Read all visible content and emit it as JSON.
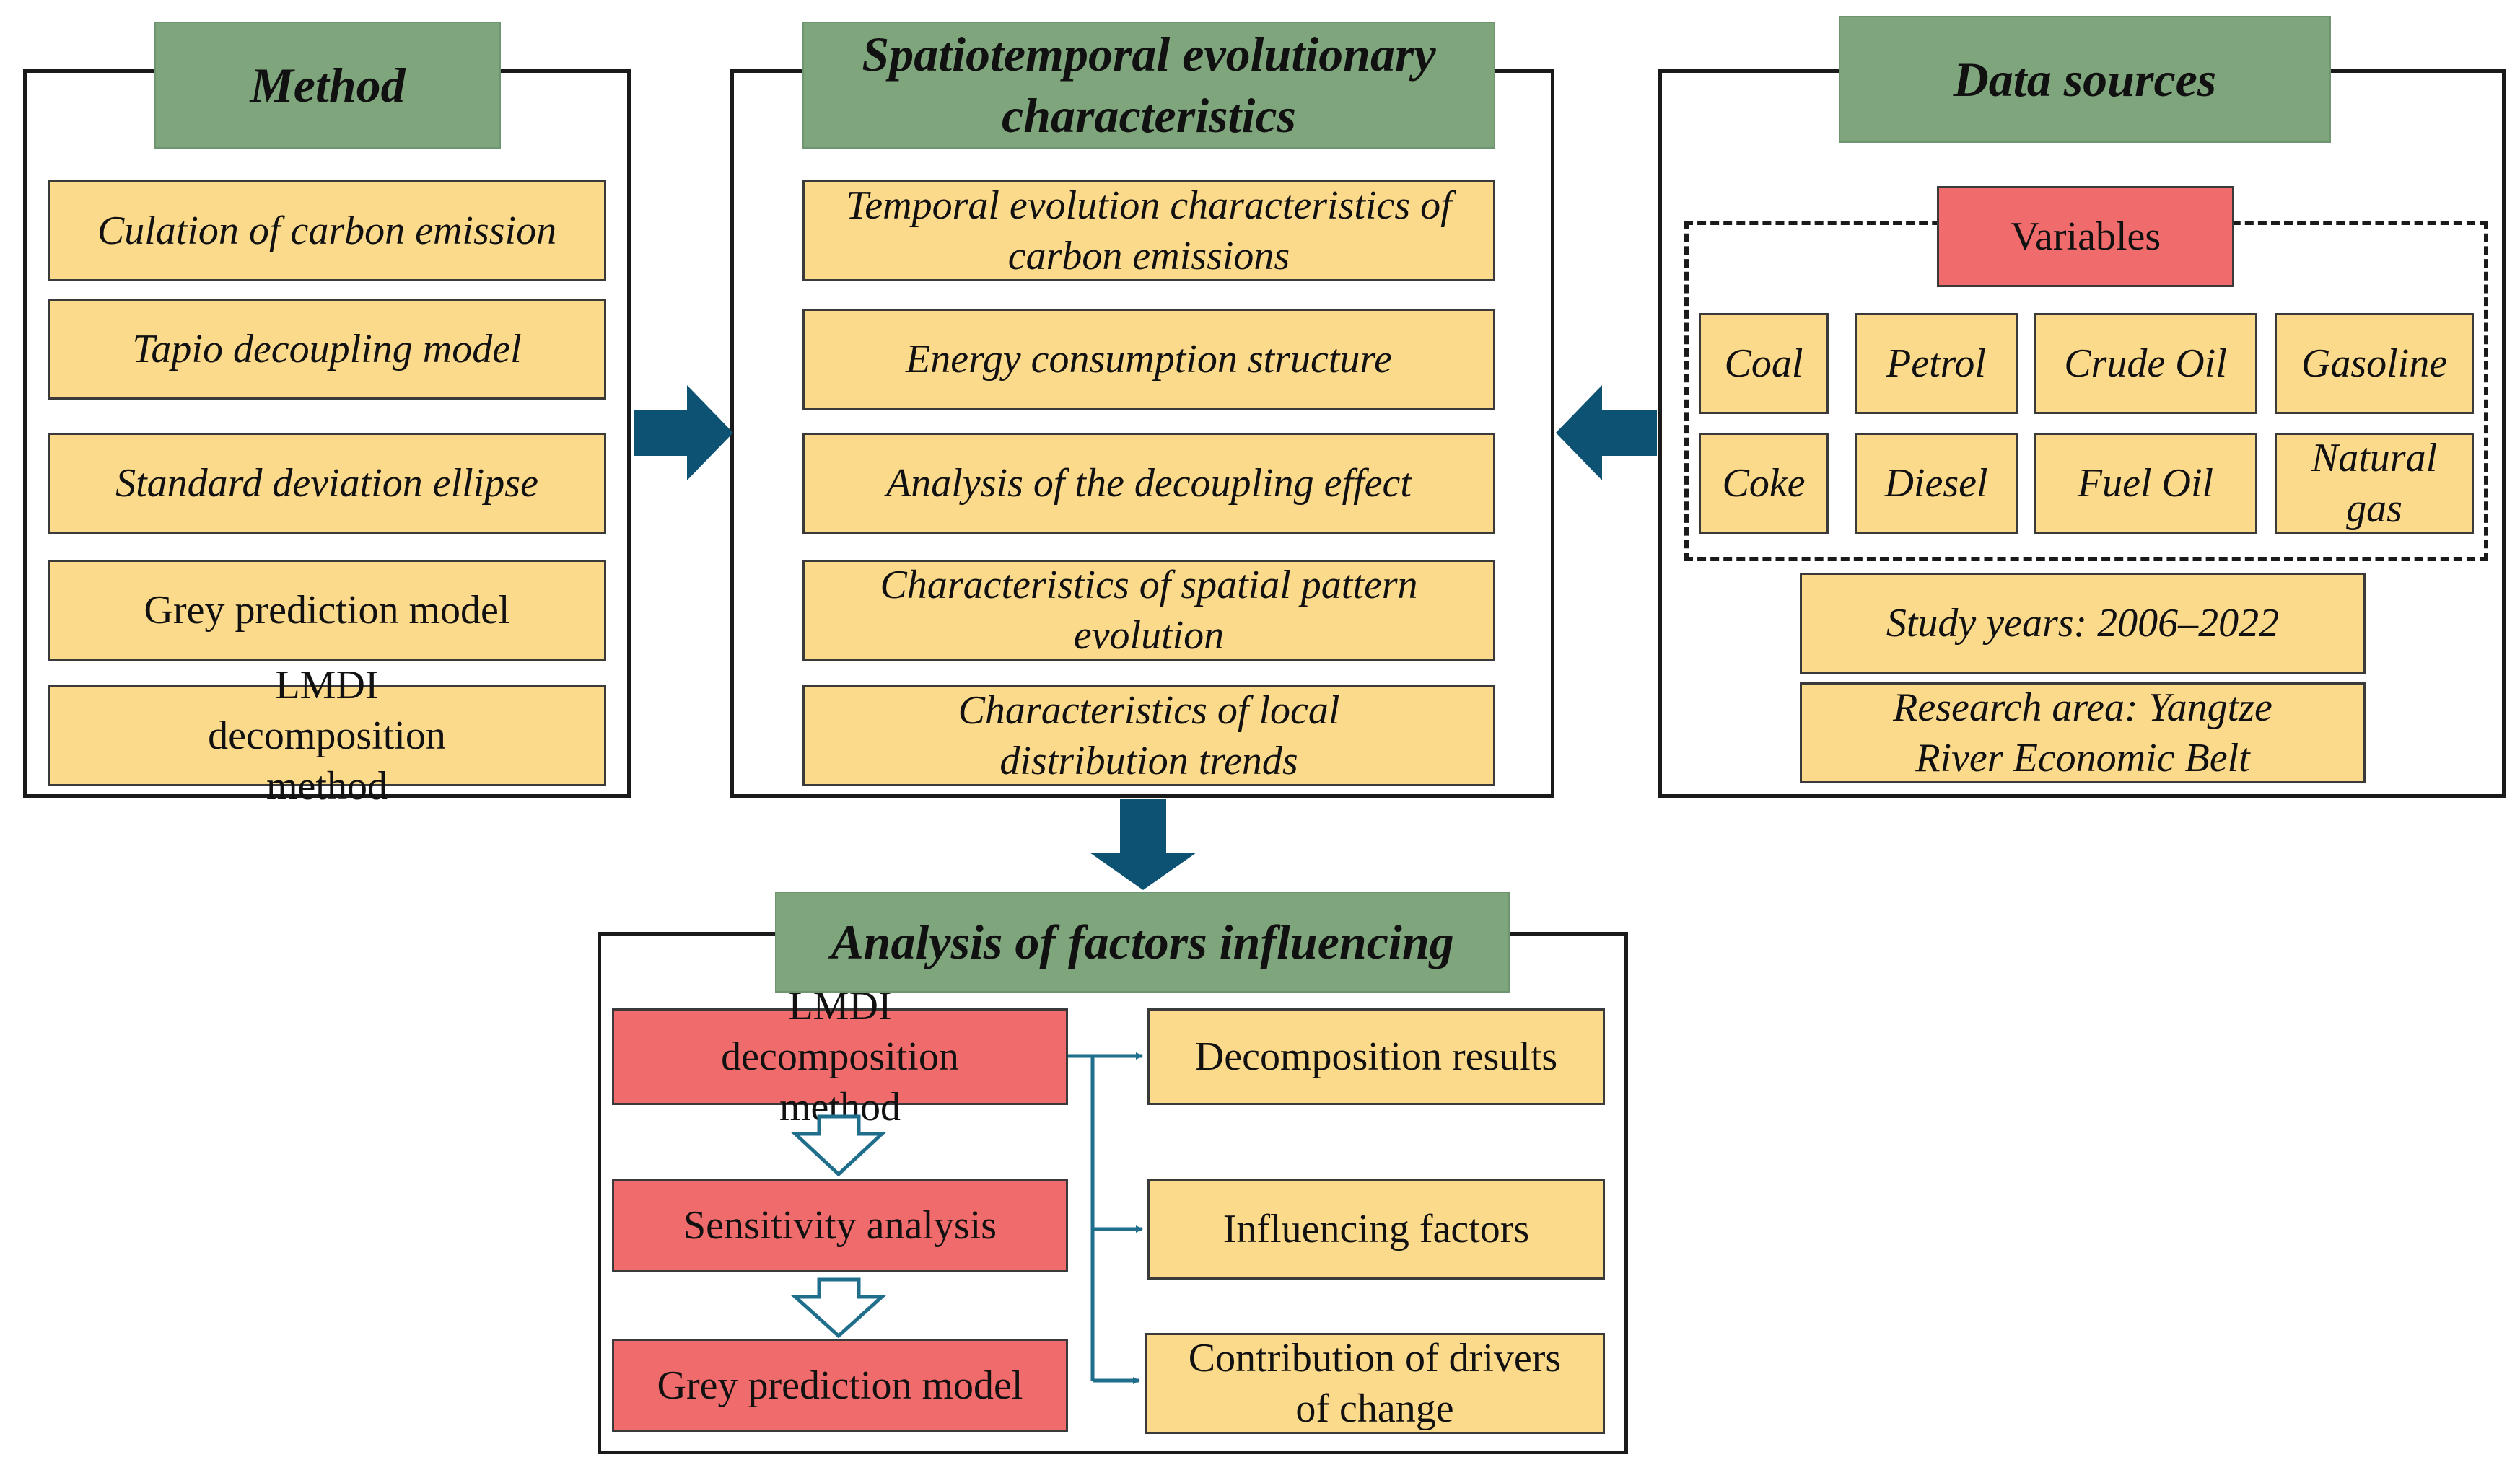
{
  "colors": {
    "header_green": "#7fa57c",
    "box_yellow": "#fbda8b",
    "box_red": "#f06b6b",
    "arrow_blue": "#0e5273",
    "connector_blue": "#1f6e8c"
  },
  "method": {
    "title": "Method",
    "items": [
      "Culation of carbon emission",
      "Tapio decoupling model",
      "Standard deviation ellipse",
      "Grey prediction model",
      "LMDI decomposition method"
    ]
  },
  "spatiotemporal": {
    "title": "Spatiotemporal evolutionary characteristics",
    "items": [
      "Temporal evolution characteristics of carbon emissions",
      "Energy consumption structure",
      "Analysis of the decoupling effect",
      "Characteristics of spatial pattern evolution",
      "Characteristics of local distribution trends"
    ]
  },
  "data_sources": {
    "title": "Data sources",
    "variables_label": "Variables",
    "variables": [
      "Coal",
      "Petrol",
      "Crude Oil",
      "Gasoline",
      "Coke",
      "Diesel",
      "Fuel Oil",
      "Natural gas"
    ],
    "study_years": "Study years: 2006–2022",
    "research_area": "Research area: Yangtze River Economic Belt"
  },
  "factors": {
    "title": "Analysis of factors influencing",
    "steps": [
      "LMDI decomposition method",
      "Sensitivity analysis",
      "Grey prediction model"
    ],
    "outputs": [
      "Decomposition results",
      "Influencing factors",
      "Contribution of drivers of change"
    ]
  }
}
